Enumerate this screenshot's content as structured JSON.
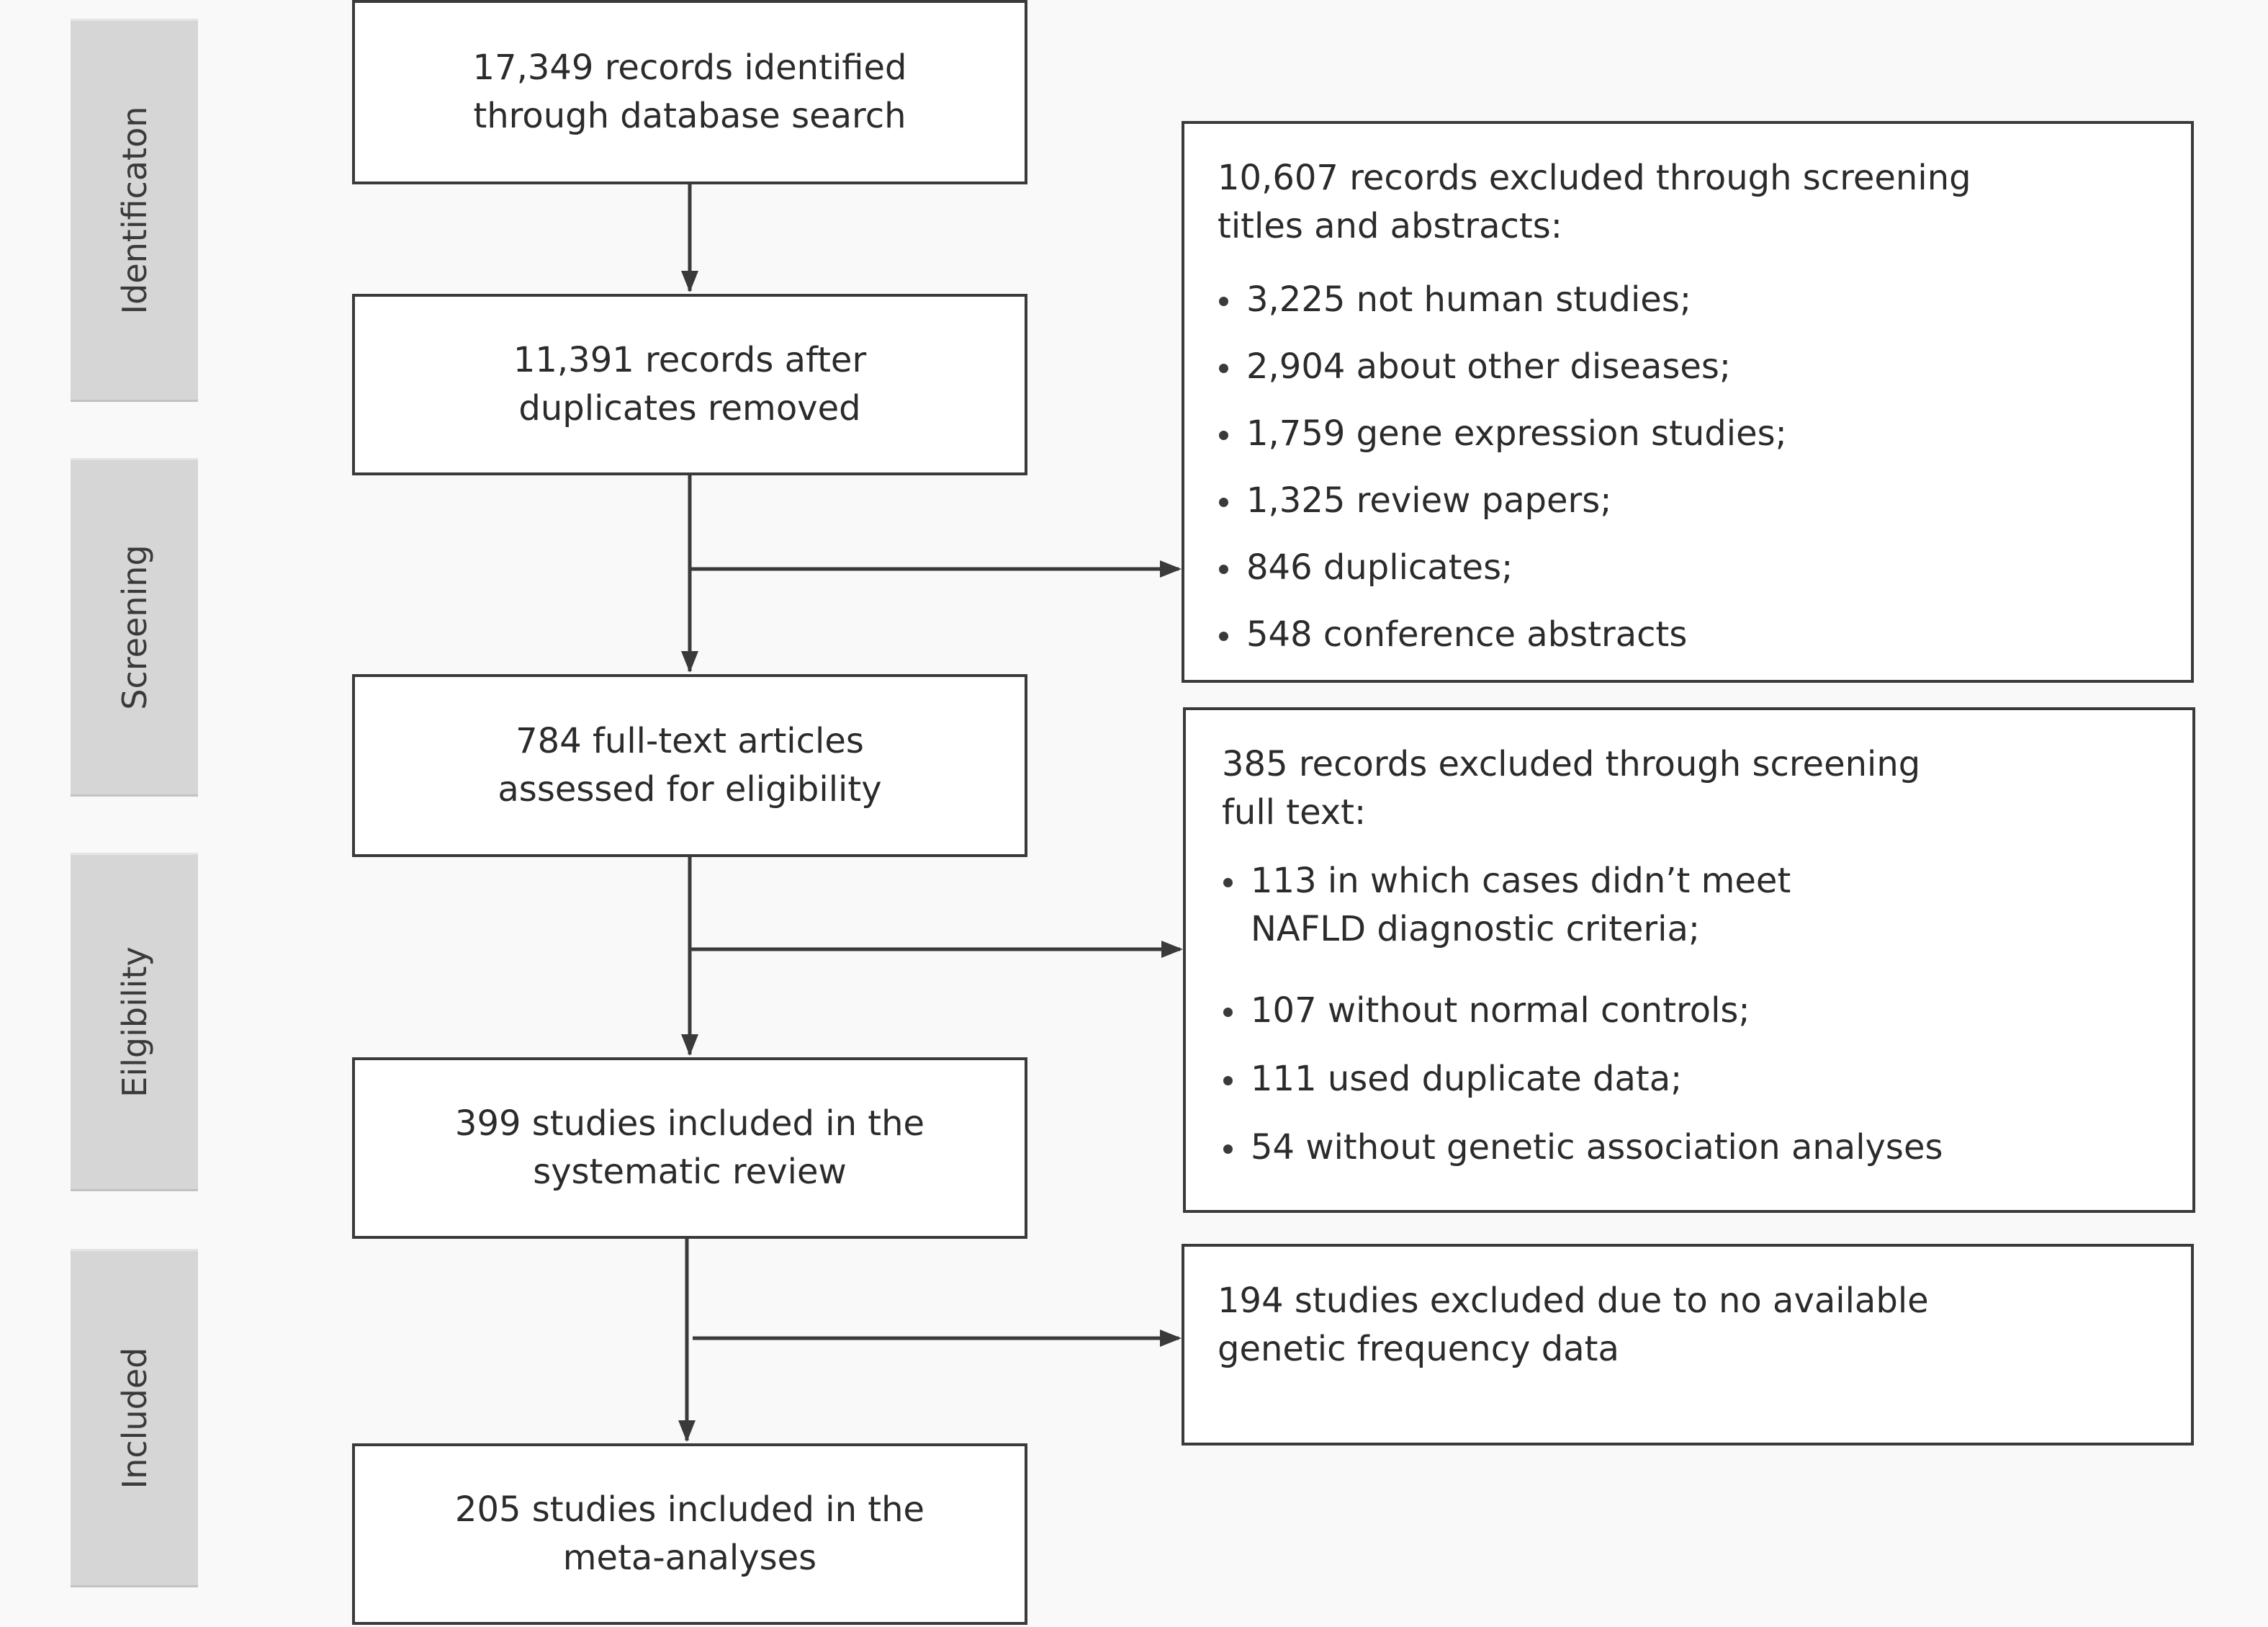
{
  "phases": {
    "identification": "Identificaton",
    "screening": "Screening",
    "eligibility": "Eilgibility",
    "included": "Included"
  },
  "flow": {
    "identified": {
      "line1": "17,349 records identified",
      "line2": "through database search"
    },
    "deduplicated": {
      "line1": "11,391 records after",
      "line2": "duplicates removed"
    },
    "fulltext": {
      "line1": "784 full-text articles",
      "line2": "assessed for eligibility"
    },
    "systematic": {
      "line1": "399 studies included in the",
      "line2": "systematic review"
    },
    "meta": {
      "line1": "205 studies included in the",
      "line2": "meta-analyses"
    }
  },
  "exclusions": {
    "screening": {
      "line1": "10,607 records excluded through screening",
      "line2": "titles and abstracts:",
      "items": [
        "3,225 not human studies;",
        "2,904 about other diseases;",
        "1,759 gene expression studies;",
        "1,325 review papers;",
        "846 duplicates;",
        "548 conference abstracts"
      ]
    },
    "fulltext": {
      "line1": "385 records excluded through screening",
      "line2": "full text:",
      "items": [
        "113 in which cases didn’t meet NAFLD diagnostic criteria;",
        "107 without normal controls;",
        "111 used duplicate data;",
        "54 without genetic association analyses"
      ]
    },
    "genetic": {
      "text": "194 studies excluded due to no available genetic frequency data"
    }
  },
  "colors": {
    "line": "#3a3a3a",
    "phase_fill": "#d6d6d6",
    "background": "#f9f9f9"
  }
}
